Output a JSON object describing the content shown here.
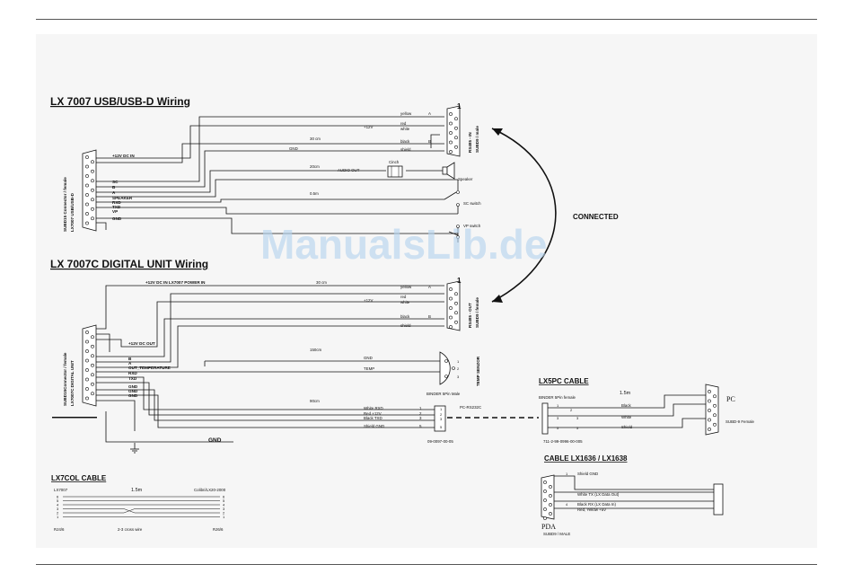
{
  "watermark": "ManualsLib.de",
  "section1": {
    "title": "LX 7007 USB/USB-D Wiring",
    "connector_label_1": "SUBD15 Connector / female",
    "connector_label_2": "LX7007 USB/USB-D",
    "pins": [
      "+12V DC IN",
      "SC",
      "B",
      "A",
      "SPEAKER",
      "RXD",
      "TXD",
      "VP",
      "GND"
    ],
    "subd9_label_1": "RS485 - IN",
    "subd9_label_2": "SUBD9 / male",
    "number": "1",
    "wires": [
      "yellow",
      "A",
      "red",
      "+12V",
      "white",
      "black",
      "B",
      "GND",
      "shield"
    ],
    "len1": "30 cm",
    "len2": "20cm",
    "len3": "0.5m",
    "audio_out": "AUDIO OUT",
    "cinch": "Cinch",
    "speaker": "Speaker",
    "sc_switch": "SC switch",
    "vp_switch": "VP switch"
  },
  "connected": "CONNECTED",
  "section2": {
    "title": "LX 7007C DIGITAL UNIT Wiring",
    "power_in": "+12V DC IN   LX7007 POWER IN",
    "len1": "30 cm",
    "connector_label_1": "SUBD15Connector / female",
    "connector_label_2": "LX7007C DIGITAL UNIT",
    "pins": [
      "+12V DC OUT",
      "B",
      "A",
      "OUT_TEMPERATURE",
      "RXD",
      "TXD",
      "GND",
      "GND",
      "GND"
    ],
    "subd9_label_1": "RS485 - OUT",
    "subd9_label_2": "SUBD9 / female",
    "number": "1",
    "wires": [
      "yellow",
      "A",
      "red",
      "+12V",
      "white",
      "black",
      "B",
      "shield"
    ],
    "len_150": "150cm",
    "gnd": "GND",
    "temp": "TEMP",
    "temp_sensor": "TEMP SENZOR",
    "binder_male": "BINDER  5Pin Male",
    "len_90": "90cm",
    "binder_rows": [
      {
        "name": "White RXD",
        "n": "1"
      },
      {
        "name": "Red  +12V",
        "n": "2"
      },
      {
        "name": "Black TXD",
        "n": "3"
      },
      {
        "name": "Shield  GND",
        "n": "5"
      }
    ],
    "pc_rs232": "PC-RS232C",
    "part_no": "09-0097-00-05",
    "gnd_bottom": "GND"
  },
  "lx5pc": {
    "title": "LX5PC CABLE",
    "binder_female": "BINDER 5Pin female",
    "length": "1.5m",
    "rows": [
      {
        "a": "1",
        "b": "2",
        "color": "Black"
      },
      {
        "a": "3",
        "b": "3",
        "color": "White"
      },
      {
        "a": "5",
        "b": "5",
        "color": "Shield"
      }
    ],
    "pc": "PC",
    "subd_female": "SUBD-9 Female",
    "part_no": "711-2-99-0996-00-005"
  },
  "lx1636": {
    "title": "CABLE LX1636 / LX1638",
    "rows": [
      {
        "n": "1",
        "text": "Shield  GND"
      },
      {
        "n": "",
        "text": "White TX (LX Data Out)"
      },
      {
        "n": "4",
        "text": "Black  RX (LX Data In)"
      },
      {
        "n": "",
        "text": "Red, Yellow +5V"
      }
    ],
    "pda": "PDA",
    "subd_male": "SUBD9 / MALE"
  },
  "lx7col": {
    "title": "LX7COL CABLE",
    "left_title": "LX7007",
    "length": "1.5m",
    "right_title": "Colibri/LX20-2000",
    "pin_numbers": [
      "6",
      "5",
      "4",
      "3",
      "2",
      "1"
    ],
    "left_foot": "RJ4/6",
    "mid_foot": "2-3 cross wire",
    "right_foot": "RJ6/6"
  }
}
